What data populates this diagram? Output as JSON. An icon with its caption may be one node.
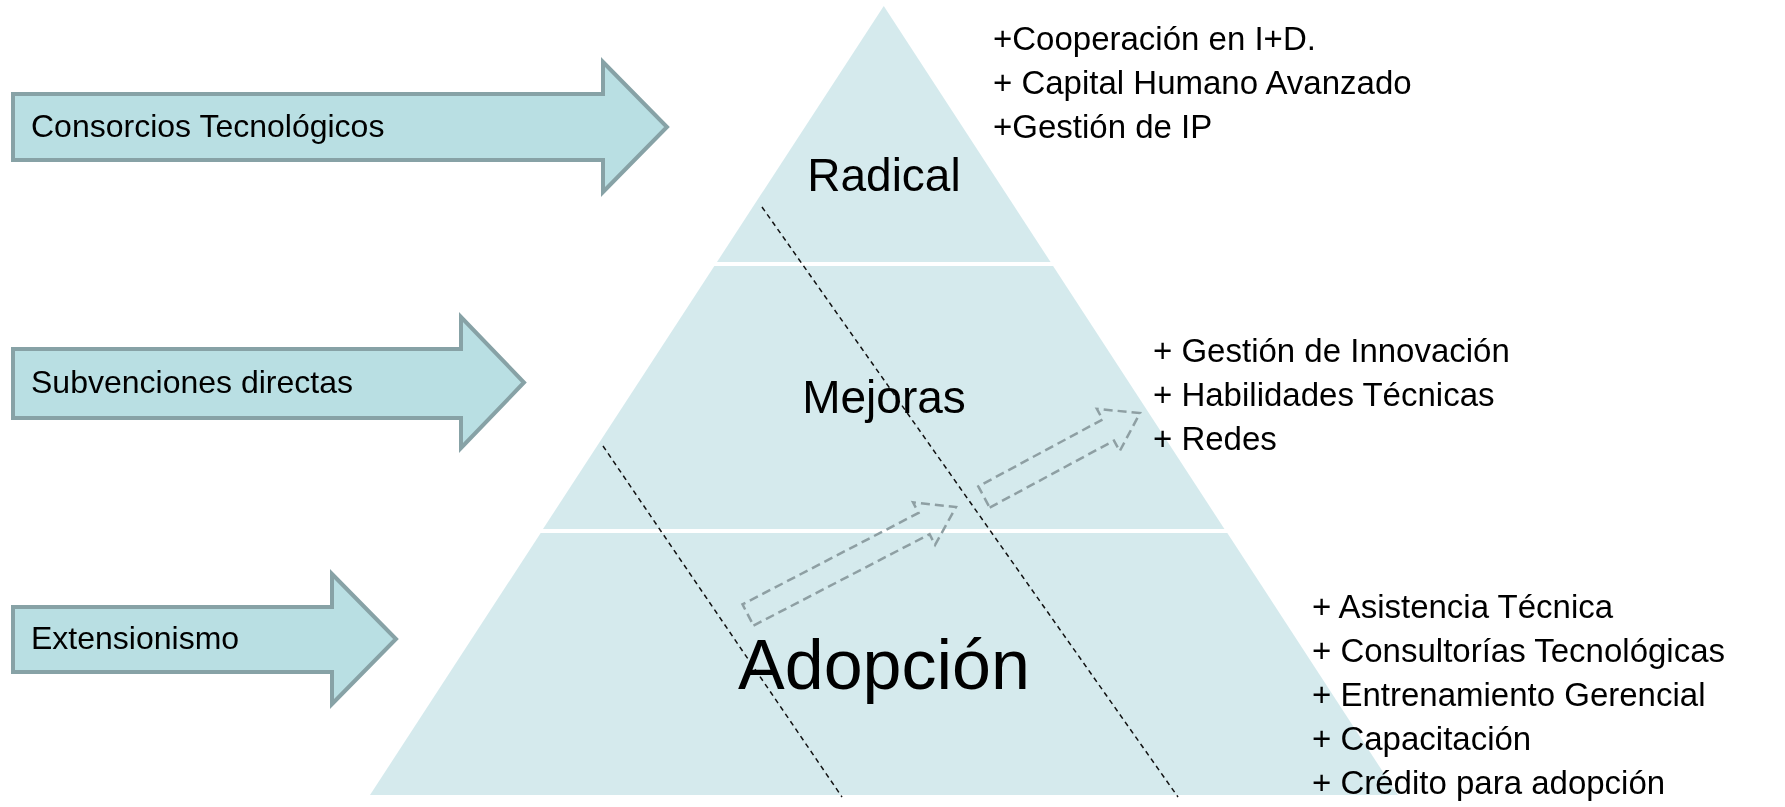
{
  "diagram": {
    "nodes": [
      {
        "text": [
          "Consorcios Tecnológicos"
        ]
      },
      {
        "text": [
          "Subvenciones directas"
        ]
      },
      {
        "text": [
          "Extensionismo"
        ]
      },
      {
        "text": [
          "Radical"
        ],
        "beside": [
          "+Cooperación en I+D.",
          "+ Capital Humano Avanzado",
          "+Gestión de IP"
        ]
      },
      {
        "text": [
          "Mejoras"
        ],
        "beside": [
          "+ Gestión de Innovación",
          "+ Habilidades Técnicas",
          "+ Redes"
        ]
      },
      {
        "text": [
          "Adopción"
        ],
        "beside": [
          "+ Asistencia Técnica",
          "+ Consultorías Tecnológicas",
          "+ Entrenamiento Gerencial",
          "+ Capacitación",
          "+ Crédito para adopción"
        ]
      }
    ],
    "edges": [
      {
        "from": 5,
        "to": 4,
        "arrow": "to",
        "style": "dashed"
      }
    ]
  }
}
